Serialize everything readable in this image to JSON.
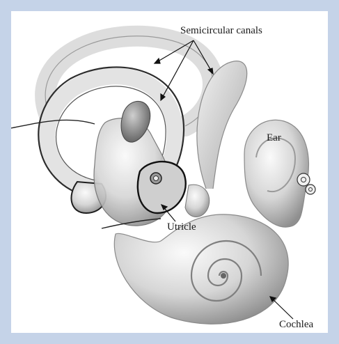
{
  "labels": {
    "semicircular_canals": "Semicircular canals",
    "ear": "Ear",
    "utricle": "Utricle",
    "cochlea": "Cochlea"
  },
  "colors": {
    "frame": "#c5d3e8",
    "panel": "#ffffff"
  }
}
